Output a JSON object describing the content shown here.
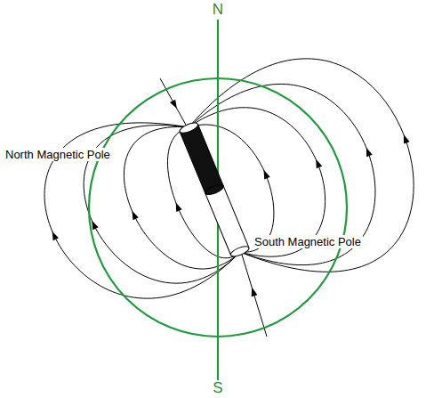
{
  "diagram": {
    "labels": [
      "N",
      "S",
      "North Magnetic Pole",
      "South Magnetic Pole"
    ]
  }
}
